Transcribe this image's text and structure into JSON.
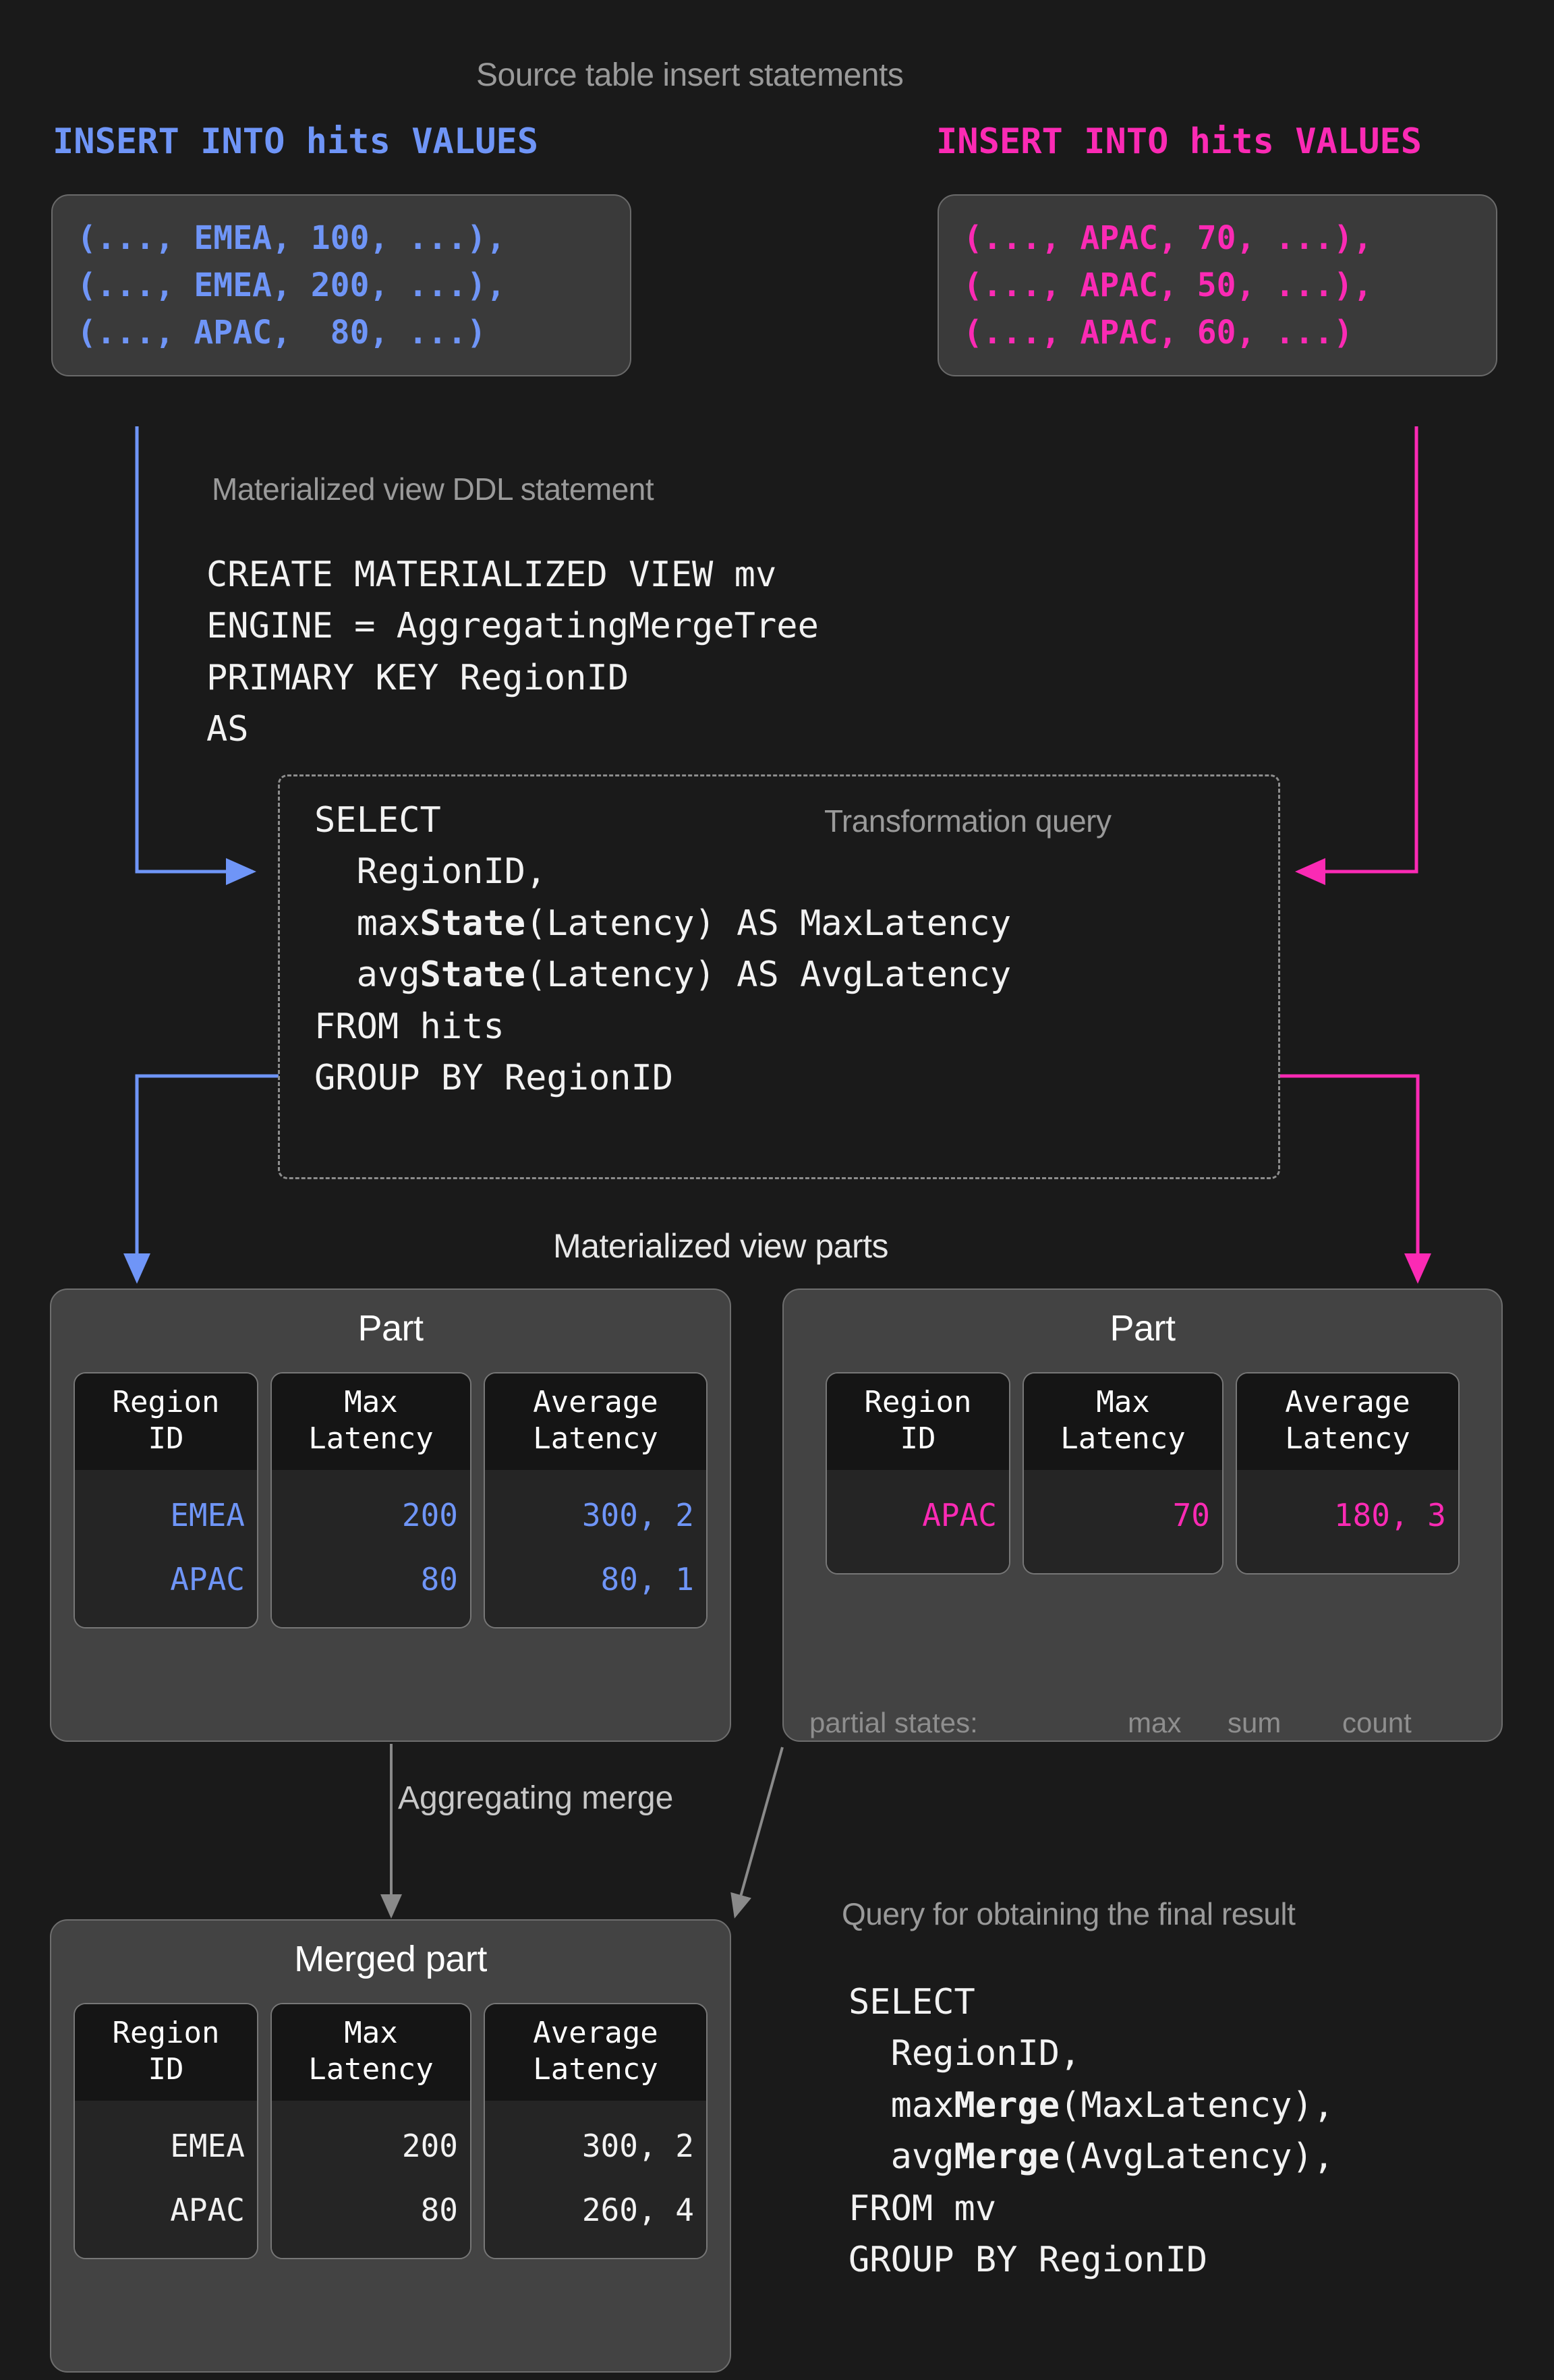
{
  "colors": {
    "background": "#1a1a1a",
    "blue": "#6f95f7",
    "pink": "#fb2ab4",
    "caption_grey": "#9a9a9a",
    "part_box": "#434343",
    "cell_bg": "#252525",
    "cell_header_bg": "#151515",
    "white": "#f2f2f2"
  },
  "sections": {
    "source_inserts_title": "Source table insert statements",
    "ddl_caption": "Materialized view DDL statement",
    "transformation_caption": "Transformation query",
    "mv_parts_title": "Materialized view parts",
    "merge_label": "Aggregating merge",
    "final_query_caption": "Query for obtaining the final result"
  },
  "insert_left": {
    "header": "INSERT INTO hits VALUES",
    "lines": [
      "(..., EMEA, 100, ...),",
      "(..., EMEA, 200, ...),",
      "(..., APAC,  80, ...)"
    ]
  },
  "insert_right": {
    "header": "INSERT INTO hits VALUES",
    "lines": [
      "(..., APAC, 70, ...),",
      "(..., APAC, 50, ...),",
      "(..., APAC, 60, ...)"
    ]
  },
  "ddl": {
    "lines": [
      "CREATE MATERIALIZED VIEW mv",
      "ENGINE = AggregatingMergeTree",
      "PRIMARY KEY RegionID",
      "AS"
    ]
  },
  "transformation_query": {
    "line_select": "SELECT",
    "line_regionid": "  RegionID,",
    "line_max_pre": "  max",
    "line_max_bold": "State",
    "line_max_post": "(Latency) AS MaxLatency",
    "line_avg_pre": "  avg",
    "line_avg_bold": "State",
    "line_avg_post": "(Latency) AS AvgLatency",
    "line_from": "FROM hits",
    "line_group": "GROUP BY RegionID"
  },
  "part_left": {
    "title": "Part",
    "columns": [
      "Region\nID",
      "Max\nLatency",
      "Average\nLatency"
    ],
    "rows": [
      [
        "EMEA",
        "200",
        "300, 2"
      ],
      [
        "APAC",
        "80",
        "80, 1"
      ]
    ]
  },
  "part_right": {
    "title": "Part",
    "columns": [
      "Region\nID",
      "Max\nLatency",
      "Average\nLatency"
    ],
    "rows": [
      [
        "APAC",
        "70",
        "180, 3"
      ]
    ],
    "partial_states_label": "partial states:",
    "partial_states": [
      "max",
      "sum",
      "count"
    ]
  },
  "merged_part": {
    "title": "Merged part",
    "columns": [
      "Region\nID",
      "Max\nLatency",
      "Average\nLatency"
    ],
    "rows": [
      [
        "EMEA",
        "200",
        "300, 2"
      ],
      [
        "APAC",
        "80",
        "260, 4"
      ]
    ]
  },
  "final_query": {
    "line_select": "SELECT",
    "line_regionid": "  RegionID,",
    "line_max_pre": "  max",
    "line_max_bold": "Merge",
    "line_max_post": "(MaxLatency),",
    "line_avg_pre": "  avg",
    "line_avg_bold": "Merge",
    "line_avg_post": "(AvgLatency),",
    "line_from": "FROM mv",
    "line_group": "GROUP BY RegionID"
  }
}
